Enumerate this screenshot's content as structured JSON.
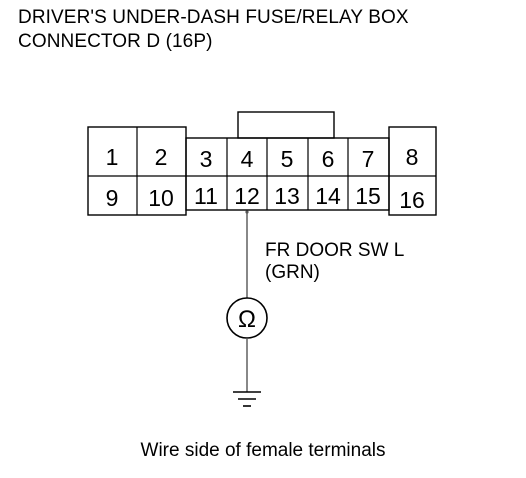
{
  "title": {
    "line1": "DRIVER'S UNDER-DASH FUSE/RELAY BOX",
    "line2": "CONNECTOR D (16P)"
  },
  "connector": {
    "top_row": [
      "1",
      "2",
      "3",
      "4",
      "5",
      "6",
      "7",
      "8"
    ],
    "bottom_row": [
      "9",
      "10",
      "11",
      "12",
      "13",
      "14",
      "15",
      "16"
    ]
  },
  "probe": {
    "terminal": "12",
    "wire_label": "FR DOOR SW L",
    "wire_color": "(GRN)",
    "meter_symbol": "Ω"
  },
  "ground": {
    "name": "ground-symbol"
  },
  "caption": "Wire side of female terminals",
  "colors": {
    "line": "#000000",
    "probe_line": "#555555",
    "background": "#ffffff"
  }
}
